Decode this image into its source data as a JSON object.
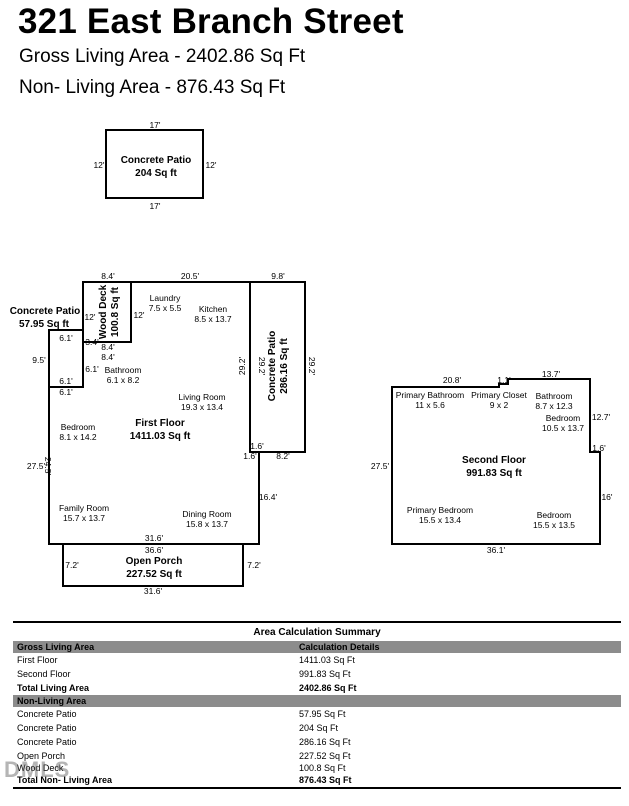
{
  "header": {
    "title": "321 East Branch Street",
    "gross": "Gross Living Area - 2402.86 Sq Ft",
    "nonliving": "Non- Living Area - 876.43 Sq Ft"
  },
  "plan": {
    "patio_top": {
      "name": "Concrete Patio",
      "area": "204 Sq ft",
      "dim_top": "17'",
      "dim_bottom": "17'",
      "dim_left": "12'",
      "dim_right": "12'"
    },
    "patio_left": {
      "name": "Concrete Patio",
      "area": "57.95 Sq ft"
    },
    "wood_deck": {
      "name": "Wood Deck",
      "area": "100.8 Sq ft"
    },
    "patio_right": {
      "name": "Concrete Patio",
      "area": "286.16 Sq ft"
    },
    "first_floor": {
      "name": "First Floor",
      "area": "1411.03 Sq ft"
    },
    "open_porch": {
      "name": "Open Porch",
      "area": "227.52 Sq ft"
    },
    "second_floor": {
      "name": "Second Floor",
      "area": "991.83 Sq ft"
    },
    "rooms_first": {
      "laundry": "Laundry",
      "laundry_dim": "7.5 x 5.5",
      "kitchen": "Kitchen",
      "kitchen_dim": "8.5 x 13.7",
      "bathroom": "Bathroom",
      "bathroom_dim": "6.1 x 8.2",
      "living": "Living Room",
      "living_dim": "19.3 x 13.4",
      "bedroom": "Bedroom",
      "bedroom_dim": "8.1 x 14.2",
      "family": "Family Room",
      "family_dim": "15.7 x 13.7",
      "dining": "Dining Room",
      "dining_dim": "15.8 x 13.7"
    },
    "rooms_second": {
      "pbath": "Primary Bathroom",
      "pbath_dim": "11 x 5.6",
      "pcloset": "Primary Closet",
      "pcloset_dim": "9 x 2",
      "bath": "Bathroom",
      "bath_dim": "8.7 x 12.3",
      "bed1": "Bedroom",
      "bed1_dim": "10.5 x 13.7",
      "pbed": "Primary Bedroom",
      "pbed_dim": "15.5 x 13.4",
      "bed2": "Bedroom",
      "bed2_dim": "15.5 x 13.5"
    },
    "dims": {
      "d84a": "8.4'",
      "d205": "20.5'",
      "d98": "9.8'",
      "d12a": "12'",
      "d12b": "12'",
      "d34": "3.4'",
      "d84b": "8.4'",
      "d84c": "8.4'",
      "d61a": "6.1'",
      "d95": "9.5'",
      "d61b": "6.1'",
      "d61c": "6.1'",
      "d61d": "6.1'",
      "d292a": "29.2'",
      "d292b": "29.2'",
      "d292c": "29.2'",
      "d16a": "1.6'",
      "d16b": "1.6'",
      "d82": "8.2'",
      "d275a": "27.5'",
      "d245": "24.5'",
      "d164": "16.4'",
      "d316a": "31.6'",
      "d366": "36.6'",
      "d72a": "7.2'",
      "d72b": "7.2'",
      "d316b": "31.6'",
      "d208": "20.8'",
      "d11": "1.1'",
      "d137": "13.7'",
      "d127": "12.7'",
      "d16c": "1.6'",
      "d275b": "27.5'",
      "d16": "16'",
      "d361": "36.1'"
    }
  },
  "summary": {
    "title": "Area Calculation Summary",
    "gla_head": "Gross Living Area",
    "calc_head": "Calculation Details",
    "gla_rows": [
      {
        "label": "First Floor",
        "value": "1411.03 Sq Ft"
      },
      {
        "label": "Second Floor",
        "value": "991.83 Sq Ft"
      }
    ],
    "gla_total_label": "Total Living Area",
    "gla_total_value": "2402.86 Sq Ft",
    "nla_head": "Non-Living Area",
    "nla_rows": [
      {
        "label": "Concrete Patio",
        "value": "57.95 Sq Ft"
      },
      {
        "label": "Concrete Patio",
        "value": "204 Sq Ft"
      },
      {
        "label": "Concrete Patio",
        "value": "286.16 Sq Ft"
      },
      {
        "label": "Open Porch",
        "value": "227.52 Sq Ft"
      },
      {
        "label": "Wood Deck",
        "value": "100.8 Sq Ft"
      }
    ],
    "nla_total_label": "Total Non- Living Area",
    "nla_total_value": "876.43 Sq Ft"
  },
  "watermark": "DMLS"
}
